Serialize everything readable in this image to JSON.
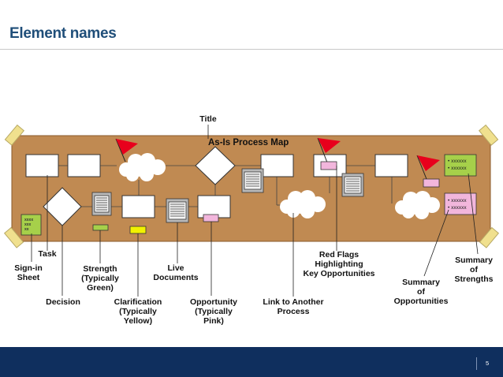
{
  "slide": {
    "title": "Element names",
    "page_number": "5"
  },
  "board": {
    "title": "As-Is Process Map"
  },
  "sign_in_sheet_text": [
    "xxxx",
    "xxx",
    "xx"
  ],
  "strengths_bullets": [
    "xxxxxx",
    "xxxxxx"
  ],
  "opportunities_bullets": [
    "xxxxxx",
    "xxxxxx"
  ],
  "labels": {
    "title": "Title",
    "task": "Task",
    "sign_in_sheet": [
      "Sign-in",
      "Sheet"
    ],
    "decision": "Decision",
    "strength": [
      "Strength",
      "(Typically",
      "Green)"
    ],
    "clarification": [
      "Clarification",
      "(Typically",
      "Yellow)"
    ],
    "live_documents": [
      "Live",
      "Documents"
    ],
    "opportunity": [
      "Opportunity",
      "(Typically",
      "Pink)"
    ],
    "link": [
      "Link to Another",
      "Process"
    ],
    "red_flags": [
      "Red Flags",
      "Highlighting",
      "Key Opportunities"
    ],
    "summary_opportunities": [
      "Summary",
      "of",
      "Opportunities"
    ],
    "summary_strengths": [
      "Summary",
      "of",
      "Strengths"
    ]
  },
  "colors": {
    "board": "#c08a52",
    "title": "#1f4e79",
    "strength": "#a6d04a",
    "clarification": "#f2f200",
    "opportunity": "#f2b6dc",
    "flag": "#e8001c",
    "tape": "#f0e08e",
    "footer": "#0f2f5e"
  }
}
